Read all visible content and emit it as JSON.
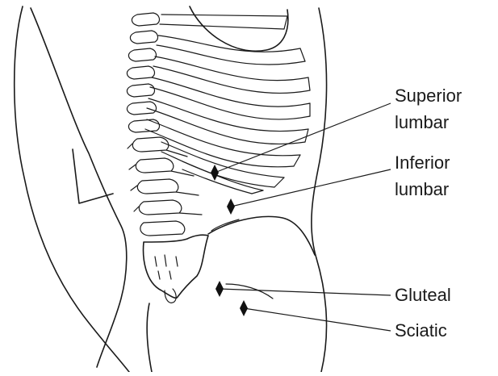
{
  "labels": {
    "superior_lumbar": {
      "line1": "Superior",
      "line2": "lumbar"
    },
    "inferior_lumbar": {
      "line1": "Inferior",
      "line2": "lumbar"
    },
    "gluteal": "Gluteal",
    "sciatic": "Sciatic"
  },
  "colors": {
    "ink": "#1a1a1a",
    "marker": "#111111",
    "background": "#ffffff"
  }
}
